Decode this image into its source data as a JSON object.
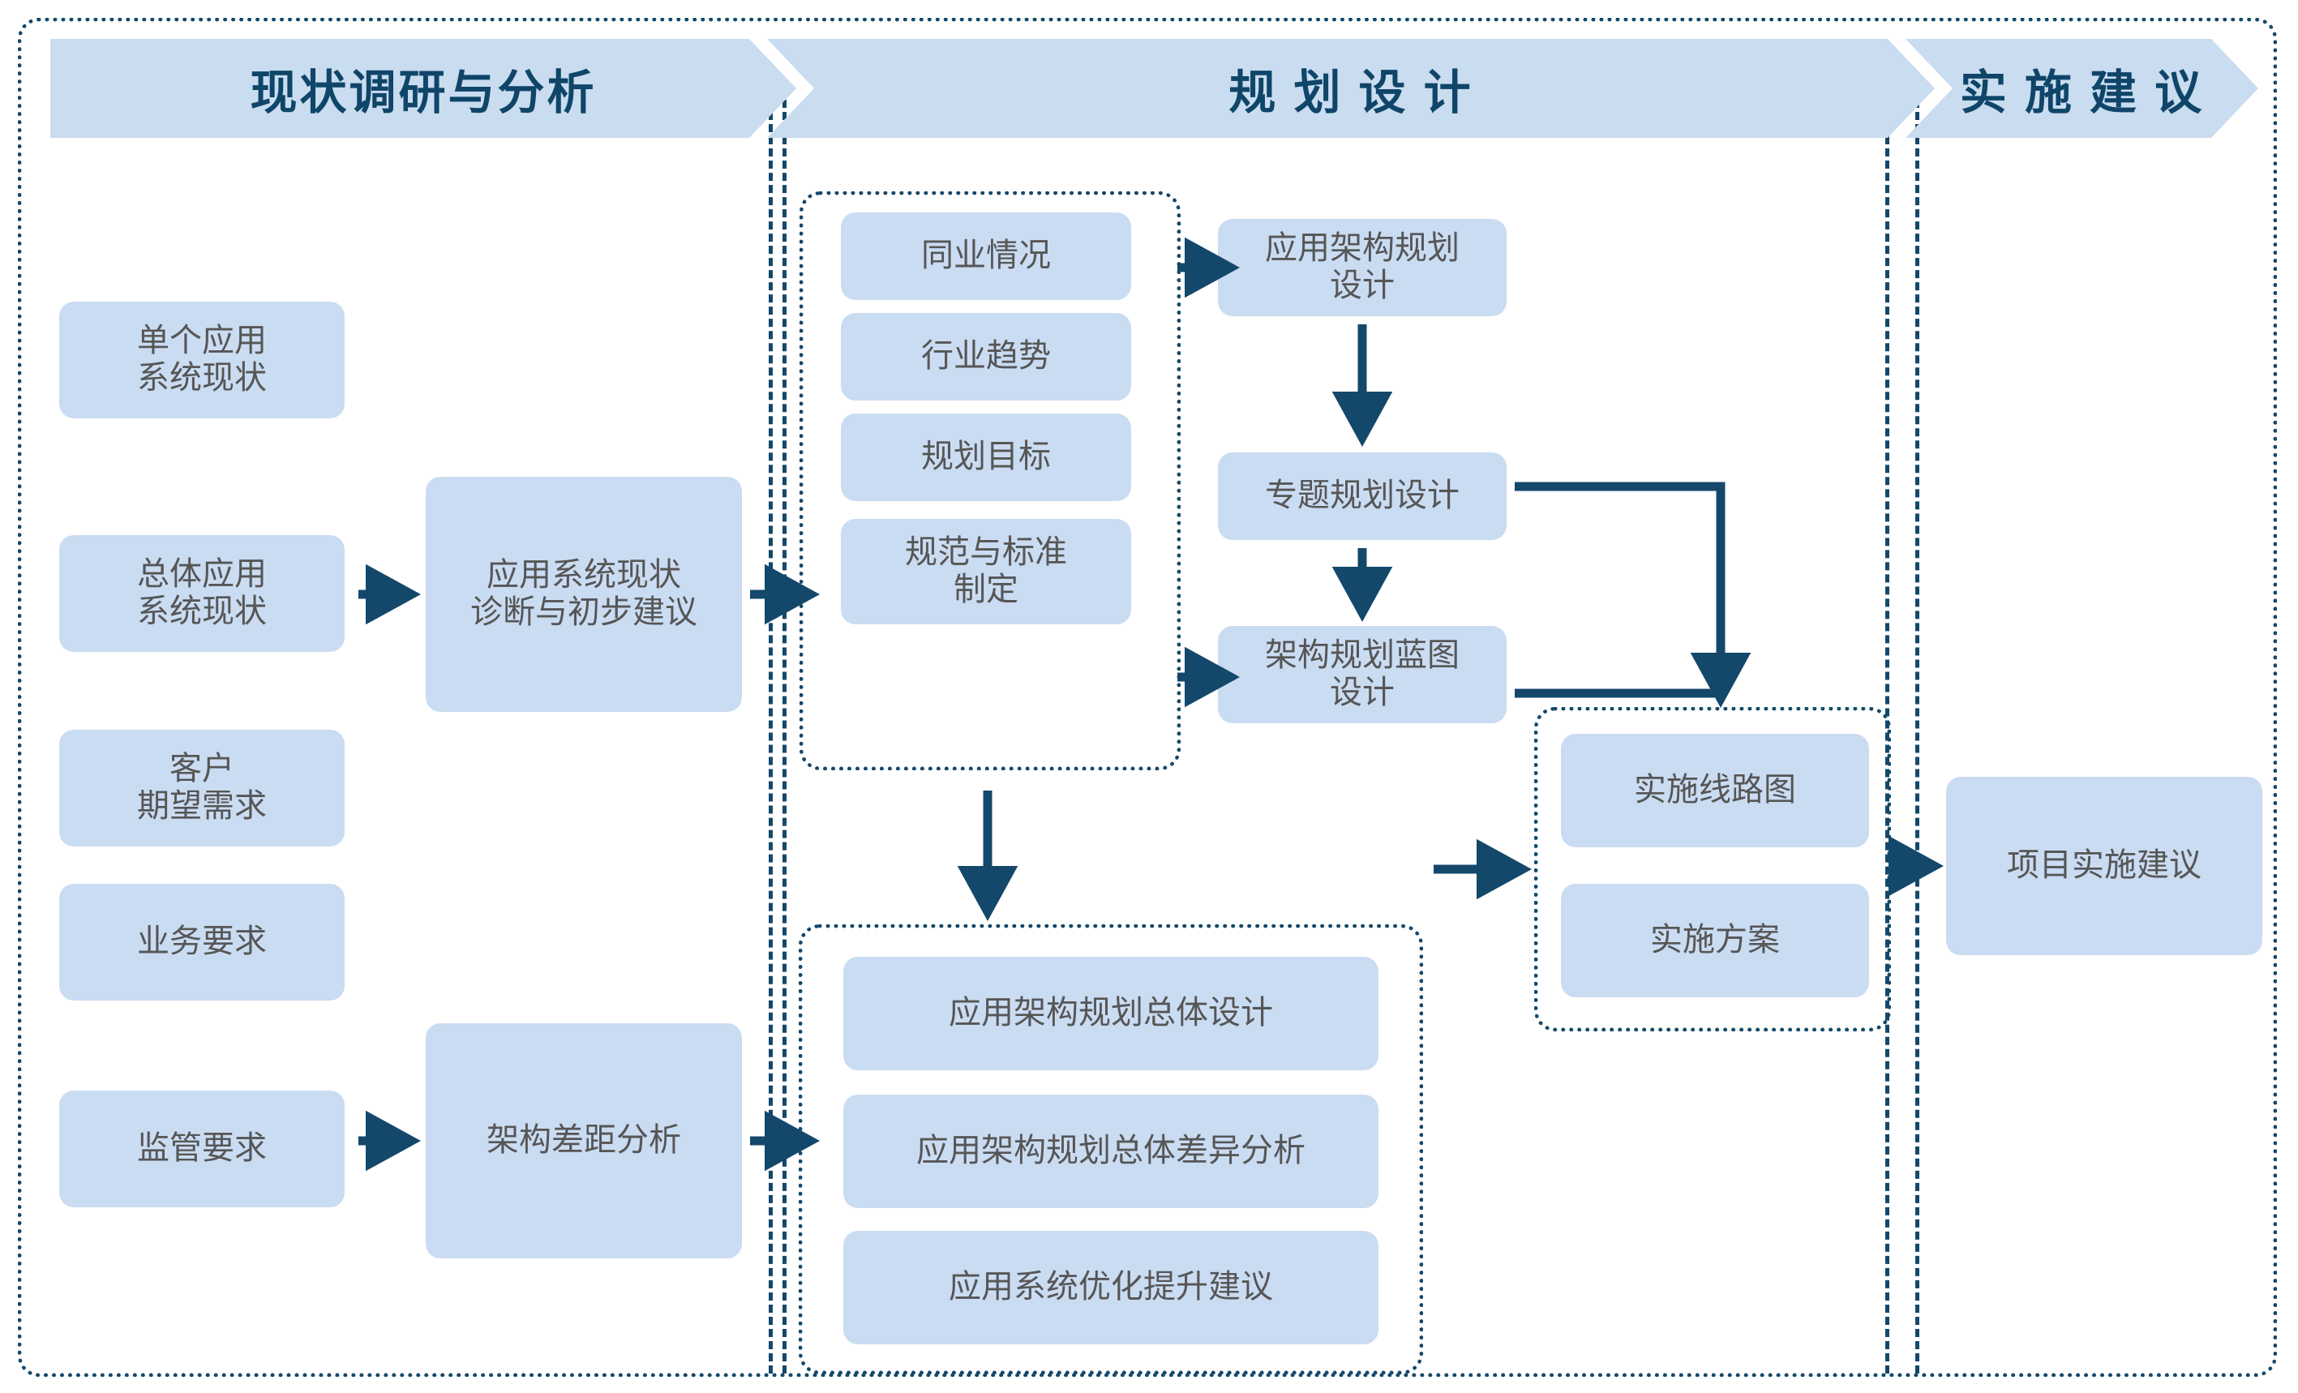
{
  "colors": {
    "node_fill": "#cadcf2",
    "banner_fill": "#c9dcf0",
    "banner_text": "#0f4568",
    "node_text": "#565656",
    "line": "#14486b",
    "background": "#ffffff"
  },
  "banner": {
    "phases": [
      {
        "label": "现状调研与分析"
      },
      {
        "label": "规 划 设 计"
      },
      {
        "label": "实 施 建 议"
      }
    ]
  },
  "phase1": {
    "inputs": [
      {
        "label": "单个应用\n系统现状"
      },
      {
        "label": "总体应用\n系统现状"
      },
      {
        "label": "客户\n期望需求"
      },
      {
        "label": "业务要求"
      },
      {
        "label": "监管要求"
      }
    ],
    "aggregates": [
      {
        "label": "应用系统现状\n诊断与初步建议"
      },
      {
        "label": "架构差距分析"
      }
    ]
  },
  "phase2": {
    "inputs_group": [
      {
        "label": "同业情况"
      },
      {
        "label": "行业趋势"
      },
      {
        "label": "规划目标"
      },
      {
        "label": "规范与标准\n制定"
      }
    ],
    "design_chain": [
      {
        "label": "应用架构规划\n设计"
      },
      {
        "label": "专题规划设计"
      },
      {
        "label": "架构规划蓝图\n设计"
      }
    ],
    "overall_group": [
      {
        "label": "应用架构规划总体设计"
      },
      {
        "label": "应用架构规划总体差异分析"
      },
      {
        "label": "应用系统优化提升建议"
      }
    ],
    "implementation_group": [
      {
        "label": "实施线路图"
      },
      {
        "label": "实施方案"
      }
    ]
  },
  "phase3": {
    "outputs": [
      {
        "label": "项目实施建议"
      }
    ]
  }
}
